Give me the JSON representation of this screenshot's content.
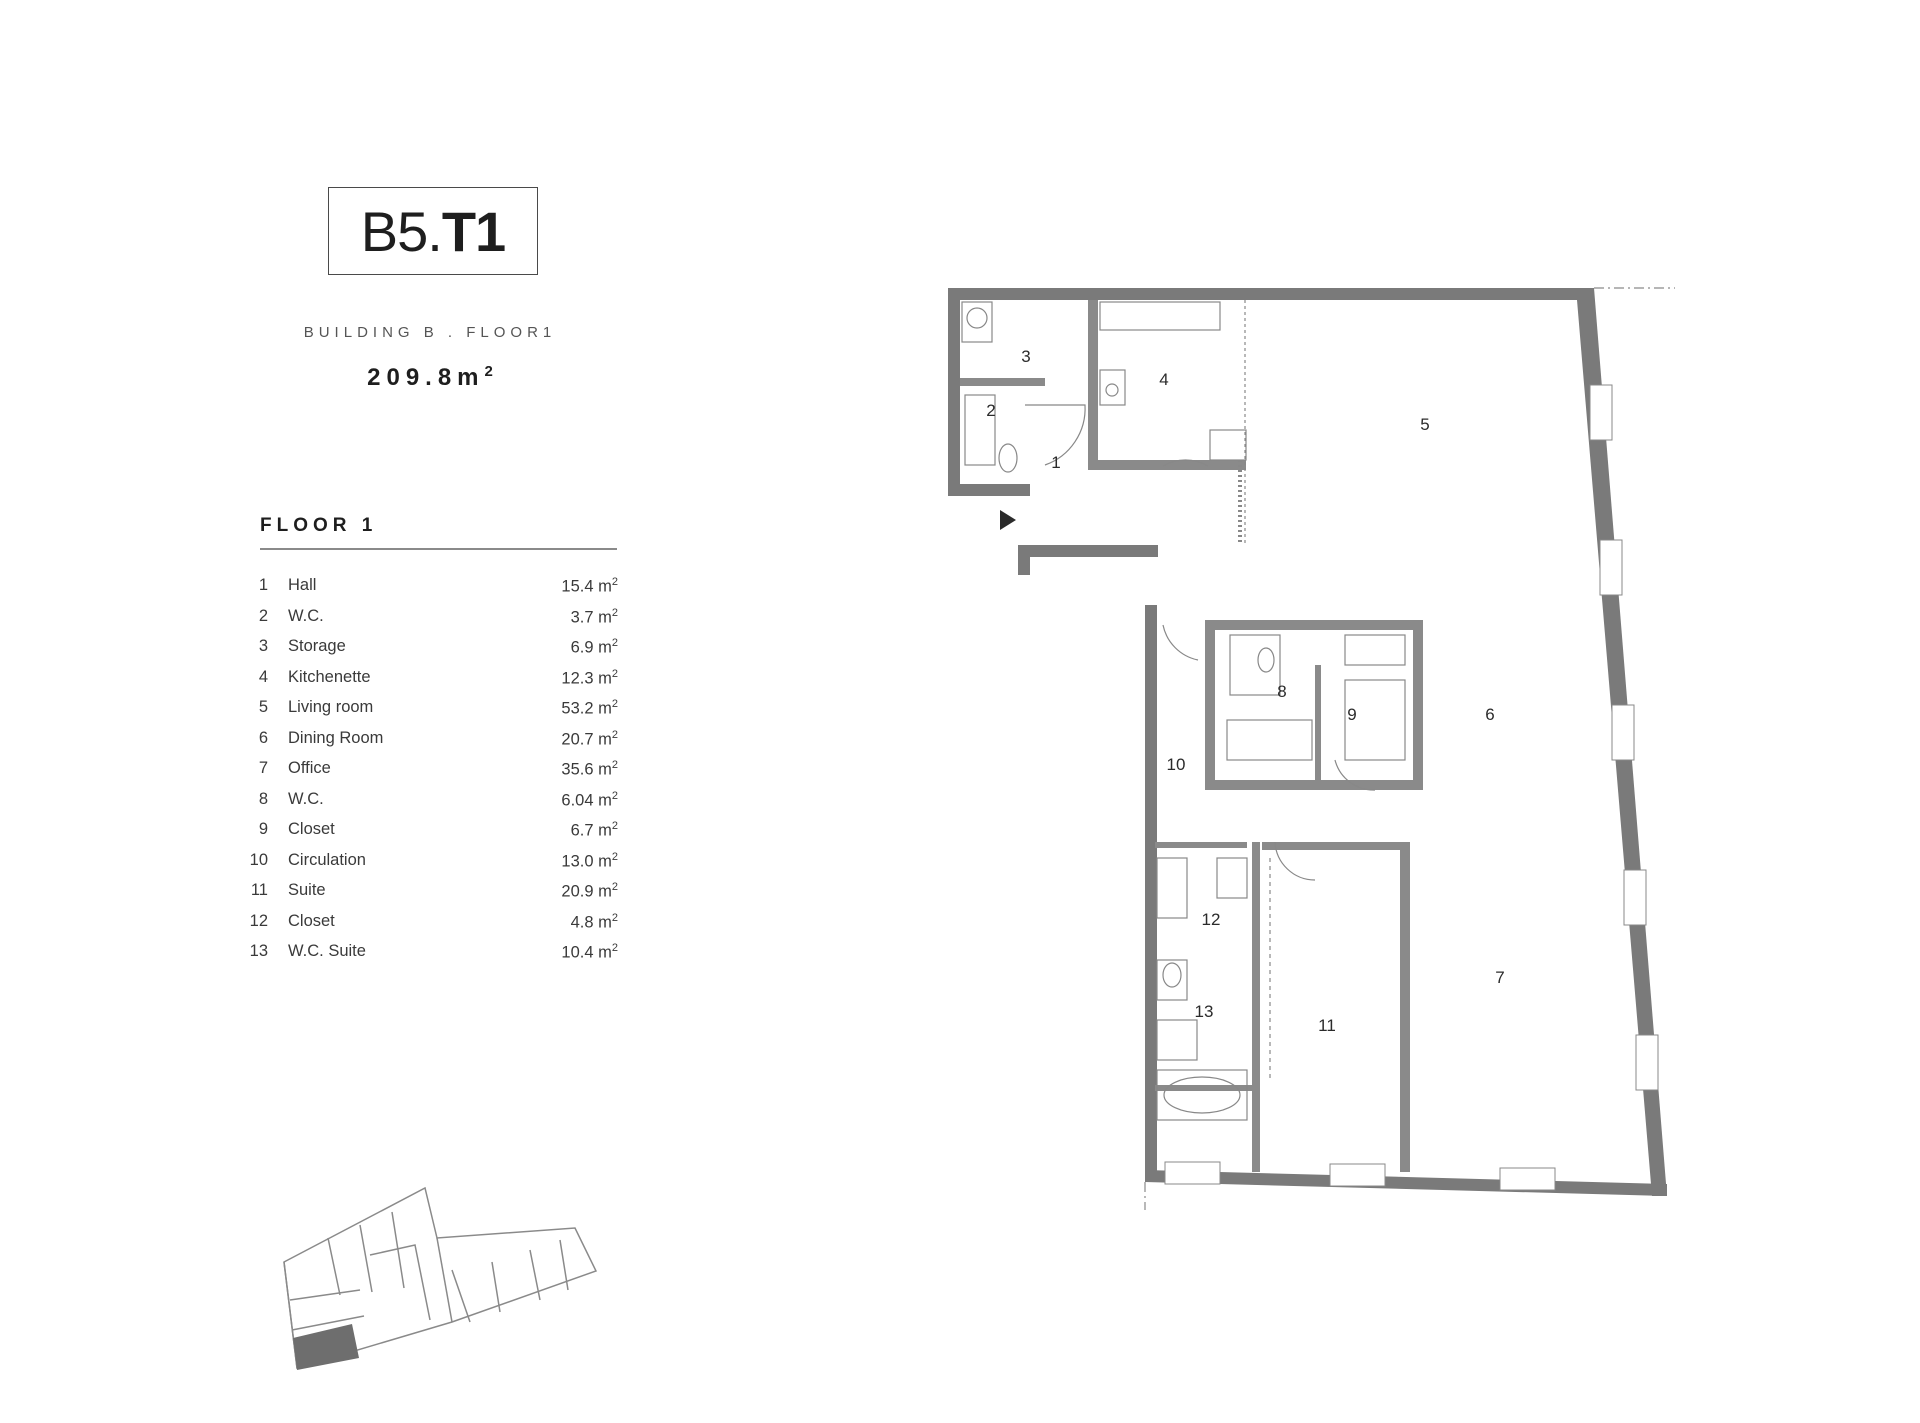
{
  "unit": {
    "prefix": "B5.",
    "code": "T1"
  },
  "subtitle": "BUILDING B . FLOOR1",
  "total_area": {
    "value": "209.8m",
    "sup": "2"
  },
  "floor_heading": "FLOOR 1",
  "area_unit_sup": "2",
  "rooms": [
    {
      "num": "1",
      "name": "Hall",
      "area": "15.4 m"
    },
    {
      "num": "2",
      "name": "W.C.",
      "area": "3.7 m"
    },
    {
      "num": "3",
      "name": "Storage",
      "area": "6.9 m"
    },
    {
      "num": "4",
      "name": "Kitchenette",
      "area": "12.3 m"
    },
    {
      "num": "5",
      "name": "Living room",
      "area": "53.2 m"
    },
    {
      "num": "6",
      "name": "Dining Room",
      "area": "20.7 m"
    },
    {
      "num": "7",
      "name": "Office",
      "area": "35.6 m"
    },
    {
      "num": "8",
      "name": "W.C.",
      "area": "6.04 m"
    },
    {
      "num": "9",
      "name": "Closet",
      "area": "6.7 m"
    },
    {
      "num": "10",
      "name": "Circulation",
      "area": "13.0 m"
    },
    {
      "num": "11",
      "name": "Suite",
      "area": "20.9 m"
    },
    {
      "num": "12",
      "name": "Closet",
      "area": "4.8 m"
    },
    {
      "num": "13",
      "name": "W.C. Suite",
      "area": "10.4 m"
    }
  ],
  "plan_labels": [
    "1",
    "2",
    "3",
    "4",
    "5",
    "6",
    "7",
    "8",
    "9",
    "10",
    "11",
    "12",
    "13"
  ],
  "colors": {
    "wall": "#7a7a7a",
    "line": "#888888",
    "text": "#2b2b2b",
    "highlight": "#6e6e6e"
  }
}
